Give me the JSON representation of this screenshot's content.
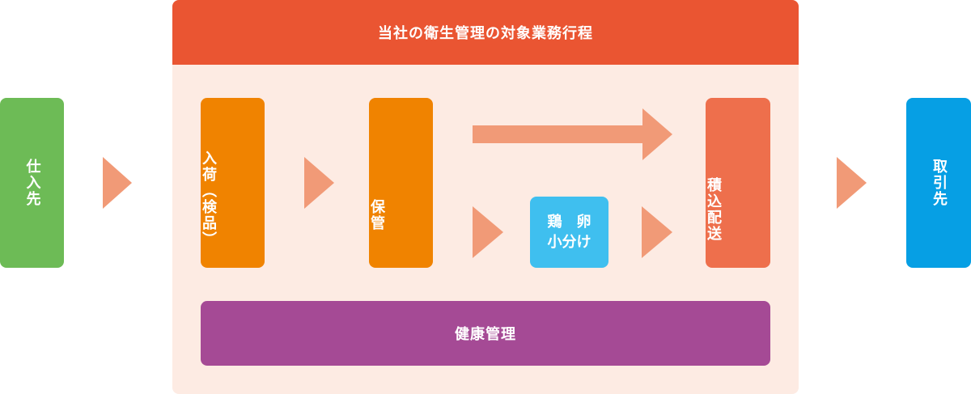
{
  "panel": {
    "title": "当社の衛生管理の対象業務行程"
  },
  "nodes": {
    "supplier": "仕入先",
    "arrival": "入荷（検品）",
    "storage": "保管",
    "egg_line1": "鶏　卵",
    "egg_line2": "小分け",
    "loading": "積込配送",
    "customer": "取引先",
    "health": "健康管理"
  },
  "colors": {
    "header": "#ea5532",
    "panel_bg": "#fdebe3",
    "supplier": "#6dbb56",
    "process": "#f08300",
    "loading": "#ee6f4c",
    "egg": "#3fbfef",
    "health": "#a54a95",
    "customer": "#069fe4",
    "arrow": "#f19a77"
  }
}
